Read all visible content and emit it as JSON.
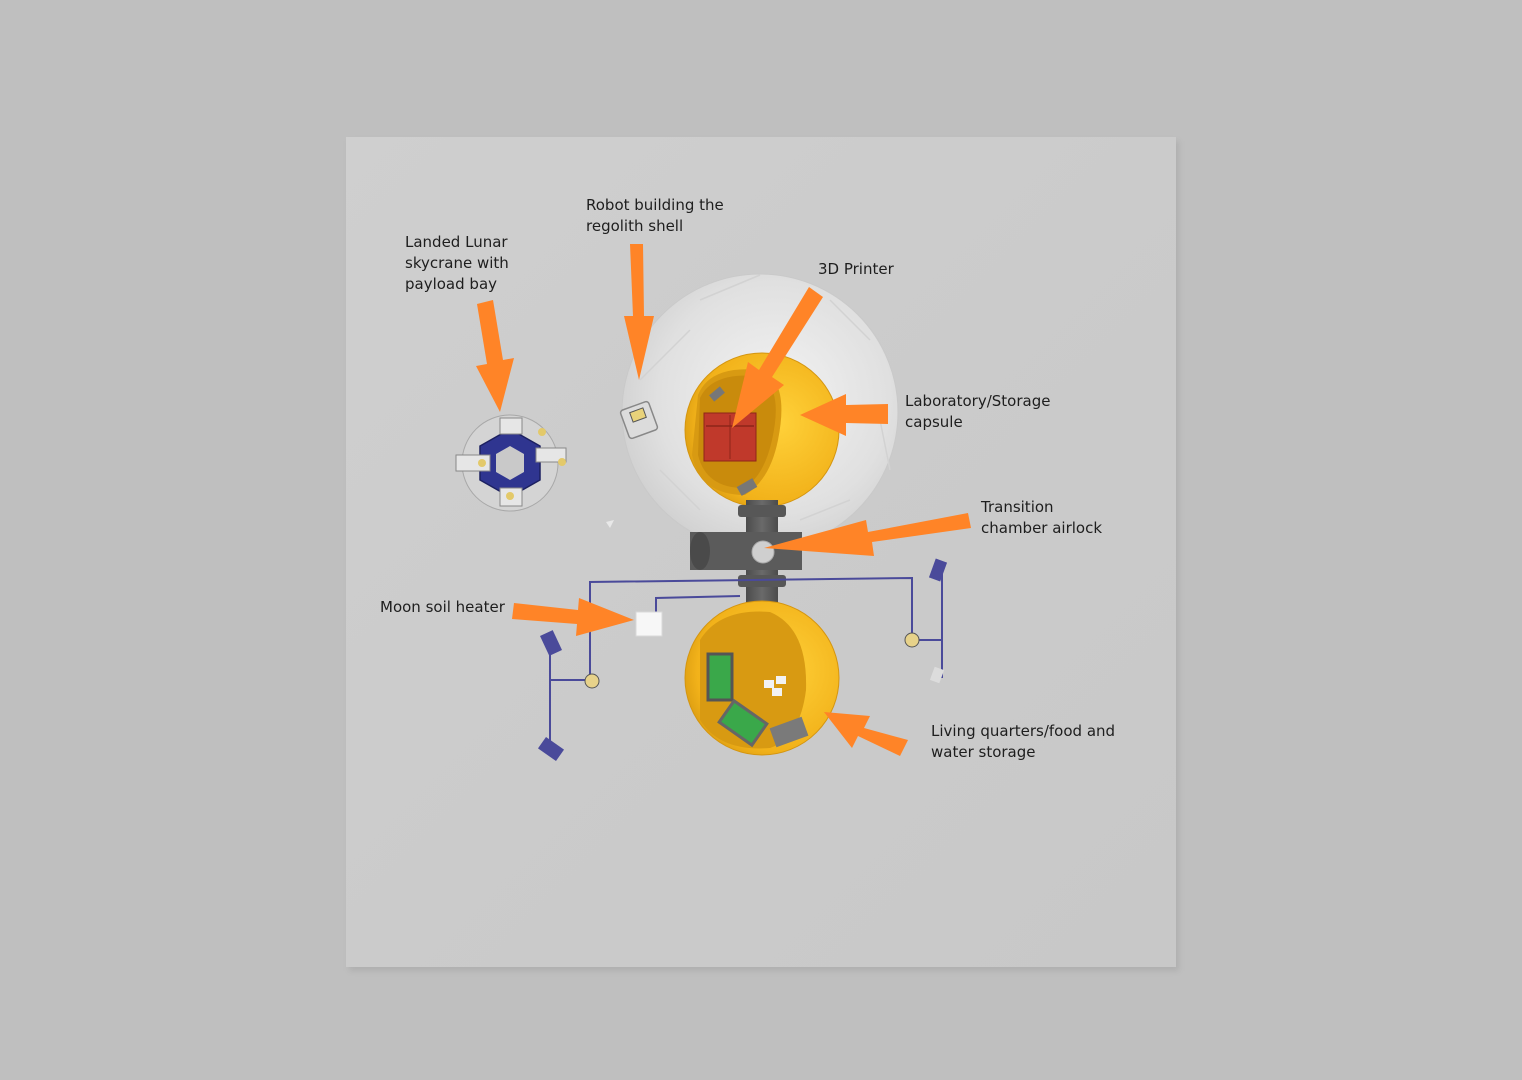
{
  "labels": {
    "skycrane": "Landed Lunar\nskycrane with\npayload bay",
    "robot": "Robot building the\nregolith shell",
    "printer": "3D Printer",
    "lab": "Laboratory/Storage\ncapsule",
    "airlock": "Transition\nchamber airlock",
    "heater": "Moon soil heater",
    "living": "Living quarters/food and\nwater storage"
  },
  "colors": {
    "background": "#bfbfbf",
    "board": "#cbcbcb",
    "arrow": "#ff8427",
    "capsule": "#f5b820",
    "capsule_interior": "#d99a12",
    "shell": "#e4e4e4",
    "hub": "#5b5b5b",
    "cable": "#4a4a9a",
    "printer": "#c0392b",
    "skycrane_core": "#2f3590",
    "plant_tray": "#3aa84a"
  },
  "icons": {
    "arrow": "arrow-icon"
  }
}
